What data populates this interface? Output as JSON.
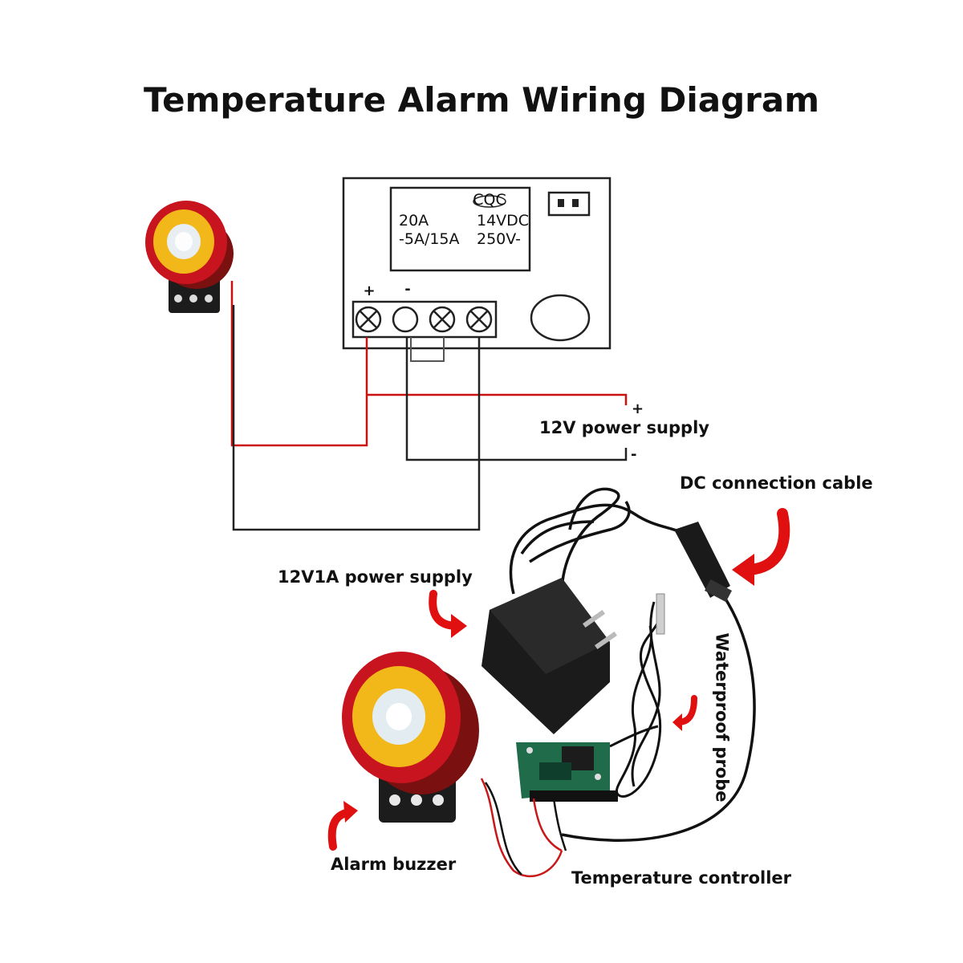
{
  "title": "Temperature Alarm Wiring Diagram",
  "relay": {
    "rating_left_1": "20A",
    "rating_left_2": "-5A/15A",
    "ce_mark": "CQC",
    "rating_right_1": "14VDC",
    "rating_right_2": "250V-"
  },
  "terminals": {
    "plus": "+",
    "minus": "-"
  },
  "supply": {
    "label": "12V power supply",
    "plus": "+",
    "minus": "-"
  },
  "labels": {
    "dc_cable": "DC connection cable",
    "power_supply": "12V1A power supply",
    "probe": "Waterproof probe",
    "buzzer": "Alarm buzzer",
    "controller": "Temperature controller"
  },
  "colors": {
    "wire_positive": "#cc1111",
    "wire_negative": "#111111",
    "arrow": "#e01010",
    "buzzer_red": "#c8141e",
    "buzzer_yellow": "#f2b81a"
  }
}
